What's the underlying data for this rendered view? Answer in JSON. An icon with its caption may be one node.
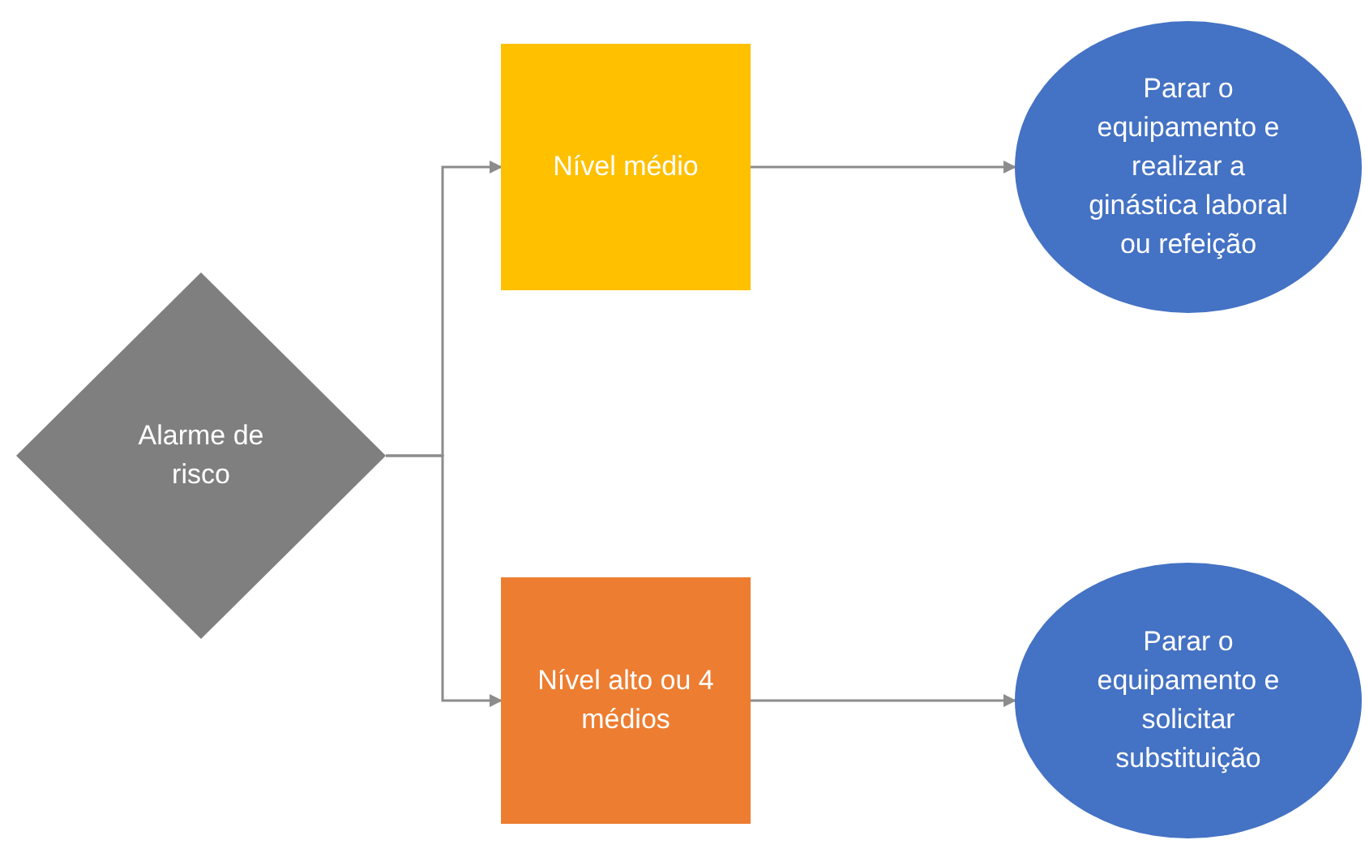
{
  "diagram": {
    "nodes": [
      {
        "text": [
          "Alarme de risco"
        ]
      },
      {
        "text": [
          "Nível médio"
        ]
      },
      {
        "text": [
          "Nível alto ou 4 médios"
        ]
      },
      {
        "text": [
          "Parar o equipamento e realizar a ginástica laboral ou refeição"
        ]
      },
      {
        "text": [
          "Parar o equipamento e solicitar substituição"
        ]
      }
    ],
    "edges": [
      {
        "from": 0,
        "to": 1,
        "arrow": "to"
      },
      {
        "from": 0,
        "to": 2,
        "arrow": "to"
      },
      {
        "from": 1,
        "to": 3,
        "arrow": "to"
      },
      {
        "from": 2,
        "to": 4,
        "arrow": "to"
      }
    ]
  }
}
